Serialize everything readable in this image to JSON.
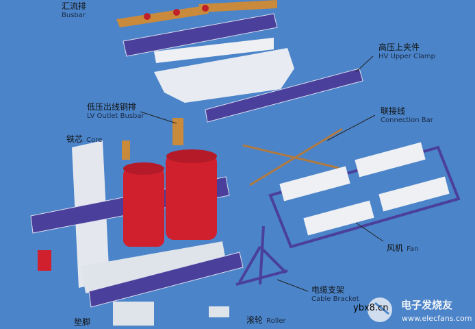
{
  "labels": {
    "busbar": {
      "cn": "汇流排",
      "en": "Busbar"
    },
    "hv_upper_clamp": {
      "cn": "高压上夹件",
      "en": "HV Upper Clamp"
    },
    "lv_outlet_busbar": {
      "cn": "低压出线铜排",
      "en": "LV Outlet Busbar"
    },
    "connection_bar": {
      "cn": "联接线",
      "en": "Connection Bar"
    },
    "core": {
      "cn": "铁芯",
      "en": "Core"
    },
    "fan": {
      "cn": "风机",
      "en": "Fan"
    },
    "cable_bracket": {
      "cn": "电缆支架",
      "en": "Cable Bracket"
    },
    "roller": {
      "cn": "滚轮",
      "en": "Roller"
    },
    "pad": {
      "cn": "垫脚"
    }
  },
  "watermark": {
    "site1": "ybx8.cn",
    "brand": "电子发烧友",
    "site2": "www.elecfans.com"
  },
  "colors": {
    "background": "#4b84c9",
    "coil": "#d0202e",
    "clamp": "#4a3f9a",
    "part": "#e8ecf2"
  }
}
